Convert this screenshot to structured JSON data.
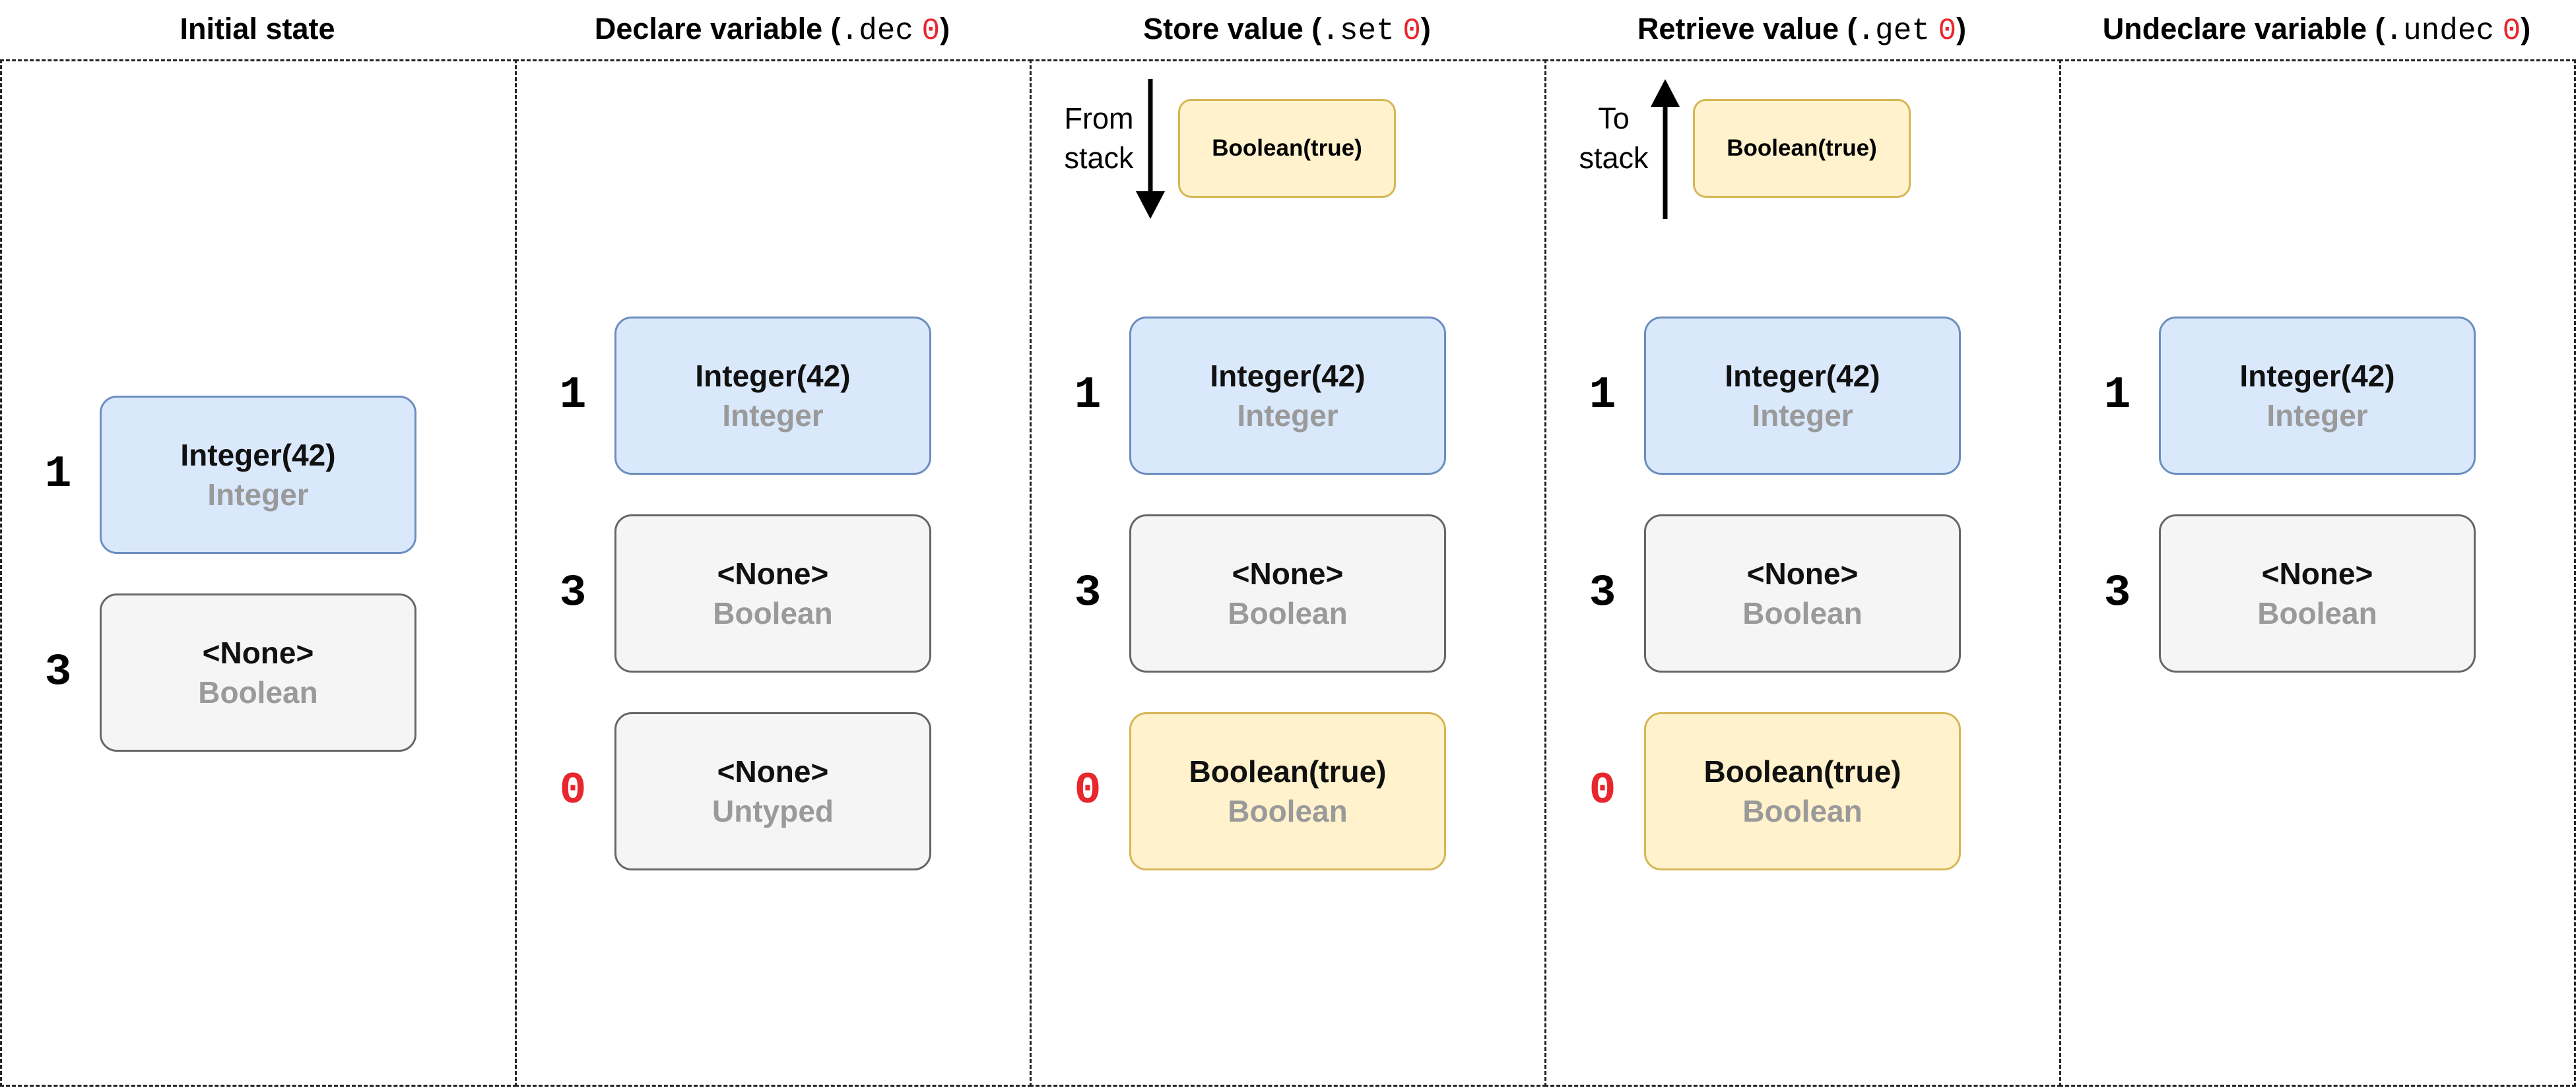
{
  "columns": [
    {
      "title": "Initial state"
    },
    {
      "title_prefix": "Declare variable (",
      "title_code": ".dec",
      "title_reg": "0",
      "title_suffix": ")"
    },
    {
      "title_prefix": "Store value (",
      "title_code": ".set",
      "title_reg": "0",
      "title_suffix": ")"
    },
    {
      "title_prefix": "Retrieve value (",
      "title_code": ".get",
      "title_reg": "0",
      "title_suffix": ")"
    },
    {
      "title_prefix": "Undeclare variable (",
      "title_code": ".undec",
      "title_reg": "0",
      "title_suffix": ")"
    }
  ],
  "variables": {
    "v1": {
      "index": "1",
      "value": "Integer(42)",
      "type": "Integer"
    },
    "v3": {
      "index": "3",
      "value": "<None>",
      "type": "Boolean"
    },
    "v0_declared": {
      "index": "0",
      "value": "<None>",
      "type": "Untyped"
    },
    "v0_set": {
      "index": "0",
      "value": "Boolean(true)",
      "type": "Boolean"
    }
  },
  "stack": {
    "value": "Boolean(true)",
    "from_label_1": "From",
    "from_label_2": "stack",
    "to_label_1": "To",
    "to_label_2": "stack"
  },
  "colors": {
    "integer_fill": "#dae8fc",
    "none_fill": "#f5f5f5",
    "boolean_fill": "#fff2cc",
    "register_red": "#e8262d"
  }
}
